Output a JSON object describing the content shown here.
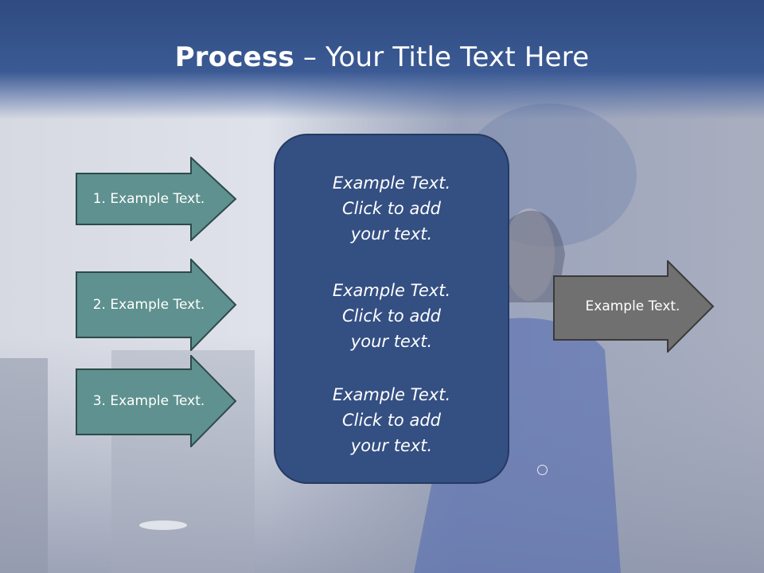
{
  "title": {
    "bold": "Process",
    "rest": " – Your Title Text Here"
  },
  "colors": {
    "header": "#34508a",
    "teal_arrow_fill": "#5e918f",
    "teal_arrow_stroke": "#2e4a4a",
    "gray_arrow_fill": "#707070",
    "gray_arrow_stroke": "#3a3a3a",
    "center_box": "#344f82"
  },
  "left_arrows": [
    {
      "label": "1. Example Text."
    },
    {
      "label": "2. Example Text."
    },
    {
      "label": "3. Example Text."
    }
  ],
  "center_blocks": [
    {
      "line1": "Example Text.",
      "line2": "Click  to add",
      "line3": "your text."
    },
    {
      "line1": "Example Text.",
      "line2": "Click  to add",
      "line3": "your text."
    },
    {
      "line1": "Example Text.",
      "line2": "Click  to add",
      "line3": "your text."
    }
  ],
  "right_arrow": {
    "label": "Example Text."
  }
}
